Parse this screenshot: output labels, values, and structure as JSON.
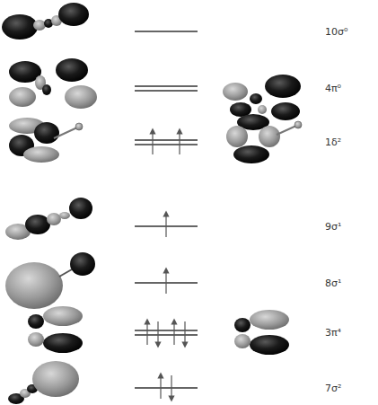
{
  "diagram": {
    "labels": [
      "10σ⁰",
      "4π⁰",
      "1δ²",
      "9σ¹",
      "8σ¹",
      "3π⁴",
      "7σ²"
    ]
  }
}
